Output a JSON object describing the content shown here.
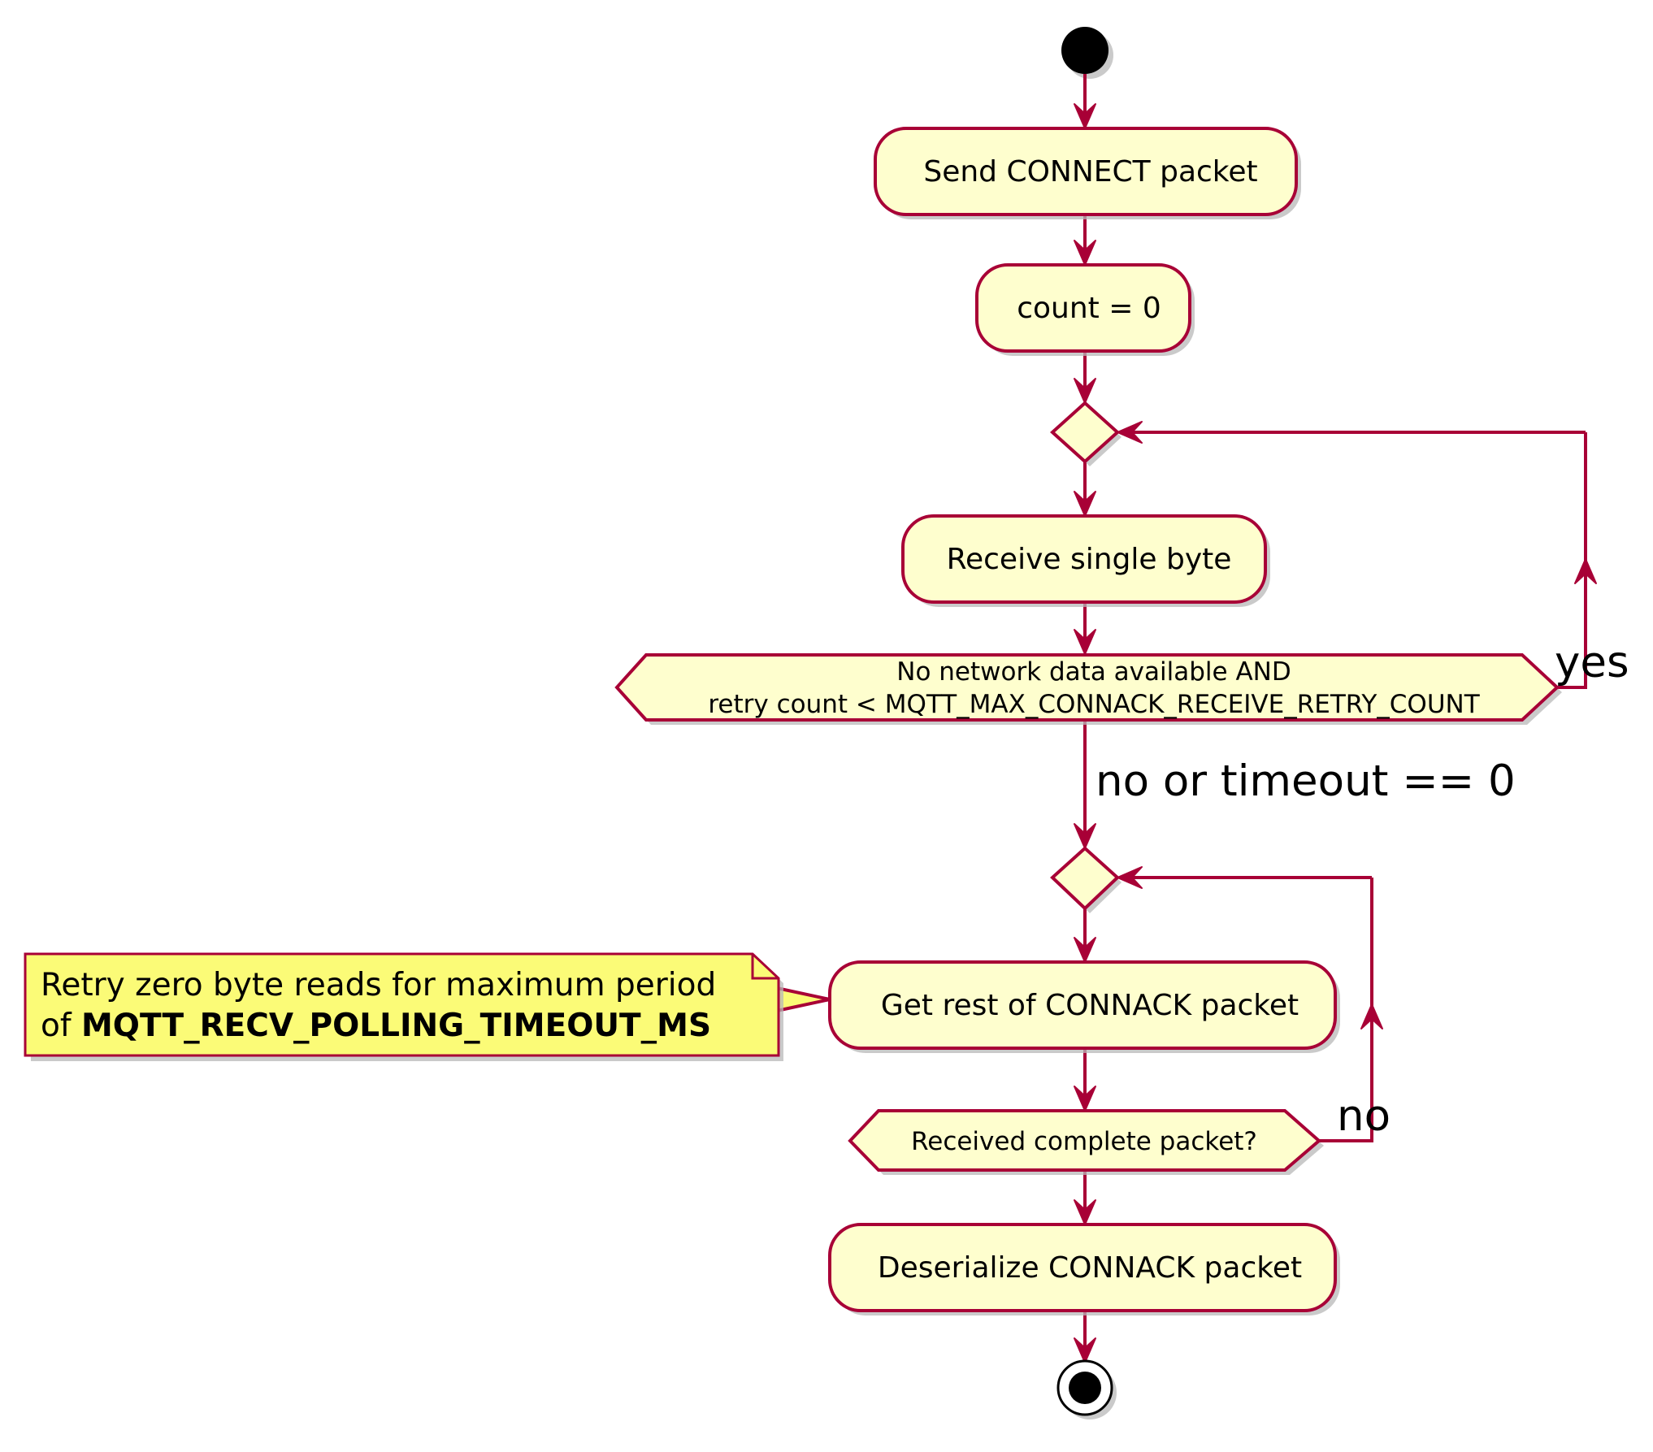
{
  "nodes": {
    "send_connect": "Send CONNECT packet",
    "count_init": "count = 0",
    "receive_byte": "Receive single byte",
    "retry_condition_line1": "No network data available AND",
    "retry_condition_line2": "retry count < MQTT_MAX_CONNACK_RECEIVE_RETRY_COUNT",
    "get_rest": "Get rest of CONNACK packet",
    "complete_condition": "Received complete packet?",
    "deserialize": "Deserialize CONNACK packet"
  },
  "edges": {
    "retry_yes": "yes",
    "retry_exit": "no or timeout == 0",
    "complete_no": "no"
  },
  "note": {
    "line1": "Retry zero byte reads for maximum period",
    "line2_prefix": "of ",
    "line2_bold": "MQTT_RECV_POLLING_TIMEOUT_MS"
  },
  "colors": {
    "arrow": "#A80036",
    "node_fill": "#FEFECE",
    "note_fill": "#FBFB77"
  }
}
